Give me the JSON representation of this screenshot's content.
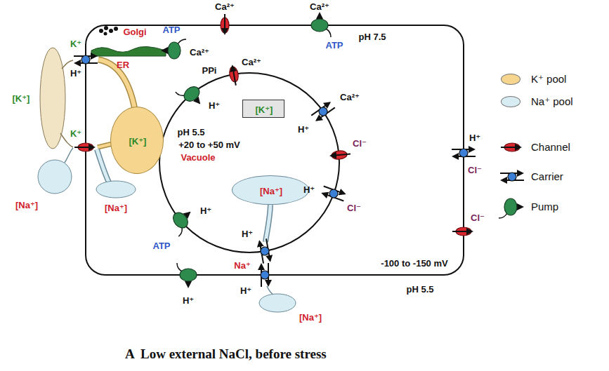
{
  "diagram": {
    "caption": "Low external NaCl, before stress",
    "nodes": [
      {
        "text": [
          "pH 7.5",
          "-100 to -150 mV"
        ]
      },
      {
        "text": [
          "pH 5.5",
          "+20 to +50 mV",
          "Vacuole"
        ],
        "in": 0
      },
      {
        "text": [
          "[K⁺]"
        ],
        "in": 0
      },
      {
        "text": [
          "[K⁺]"
        ],
        "in": 1
      },
      {
        "text": [
          "[Na⁺]"
        ],
        "in": 1
      }
    ],
    "labels": [
      "Ca²⁺",
      "Ca²⁺",
      "Golgi",
      "ATP",
      "ATP",
      "K⁺",
      "Ca²⁺",
      "ER",
      "H⁺",
      "PPi",
      "Ca²⁺",
      "H⁺",
      "[K⁺]",
      "H⁺",
      "Ca²⁺",
      "K⁺",
      "Cl⁻",
      "H⁺",
      "Cl⁻",
      "H⁺",
      "Cl⁻",
      "[Na⁺]",
      "[Na⁺]",
      "H⁺",
      "Cl⁻",
      "H⁺",
      "ATP",
      "Na⁺",
      "pH 5.5",
      "H⁺",
      "H⁺",
      "[Na⁺]",
      "A"
    ],
    "legend": [
      {
        "text": "K⁺ pool",
        "color": "#f6d58e"
      },
      {
        "text": "Na⁺ pool",
        "color": "#d8ecf4"
      },
      {
        "text": "Channel"
      },
      {
        "text": "Carrier"
      },
      {
        "text": "Pump"
      }
    ]
  }
}
